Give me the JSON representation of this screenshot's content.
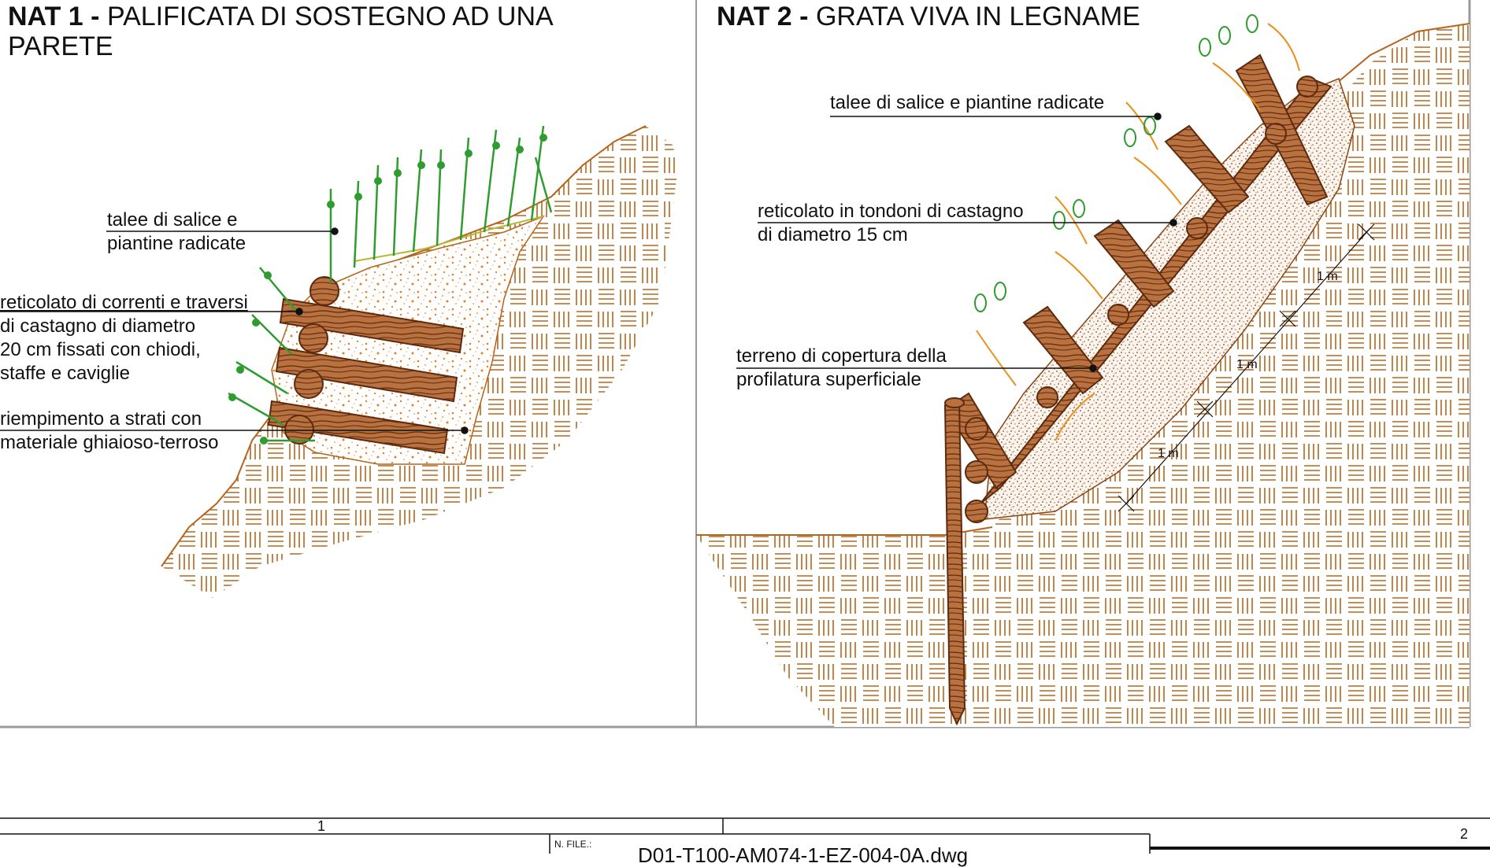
{
  "panels": [
    {
      "code": "NAT 1 -",
      "title_line1": "PALIFICATA DI SOSTEGNO AD UNA",
      "title_line2": "PARETE",
      "labels": [
        {
          "lines": [
            "talee di salice e",
            "piantine radicate"
          ]
        },
        {
          "lines": [
            "reticolato di correnti e traversi",
            "di castagno di diametro",
            "20 cm fissati con chiodi,",
            "staffe e caviglie"
          ]
        },
        {
          "lines": [
            "riempimento a strati con",
            "materiale ghiaioso-terroso"
          ]
        }
      ]
    },
    {
      "code": "NAT 2 -",
      "title_line1": "GRATA VIVA IN LEGNAME",
      "labels": [
        {
          "lines": [
            "talee di salice e piantine radicate"
          ]
        },
        {
          "lines": [
            "reticolato in tondoni di castagno",
            "di diametro 15 cm"
          ]
        },
        {
          "lines": [
            "terreno di copertura della",
            "profilatura superficiale"
          ]
        }
      ],
      "spacing_label": "1 m"
    }
  ],
  "title_block": {
    "column_1": "1",
    "column_2": "2",
    "file_label": "N. FILE.:",
    "file_value": "D01-T100-AM074-1-EZ-004-0A.dwg"
  },
  "colors": {
    "soil_hatch": "#b5651d",
    "fill_dots": "#e67e22",
    "timber": "#8b4513",
    "timber_dark": "#6b2f14",
    "vegetation": "#2e9c2e",
    "border": "#9a9a9a"
  }
}
